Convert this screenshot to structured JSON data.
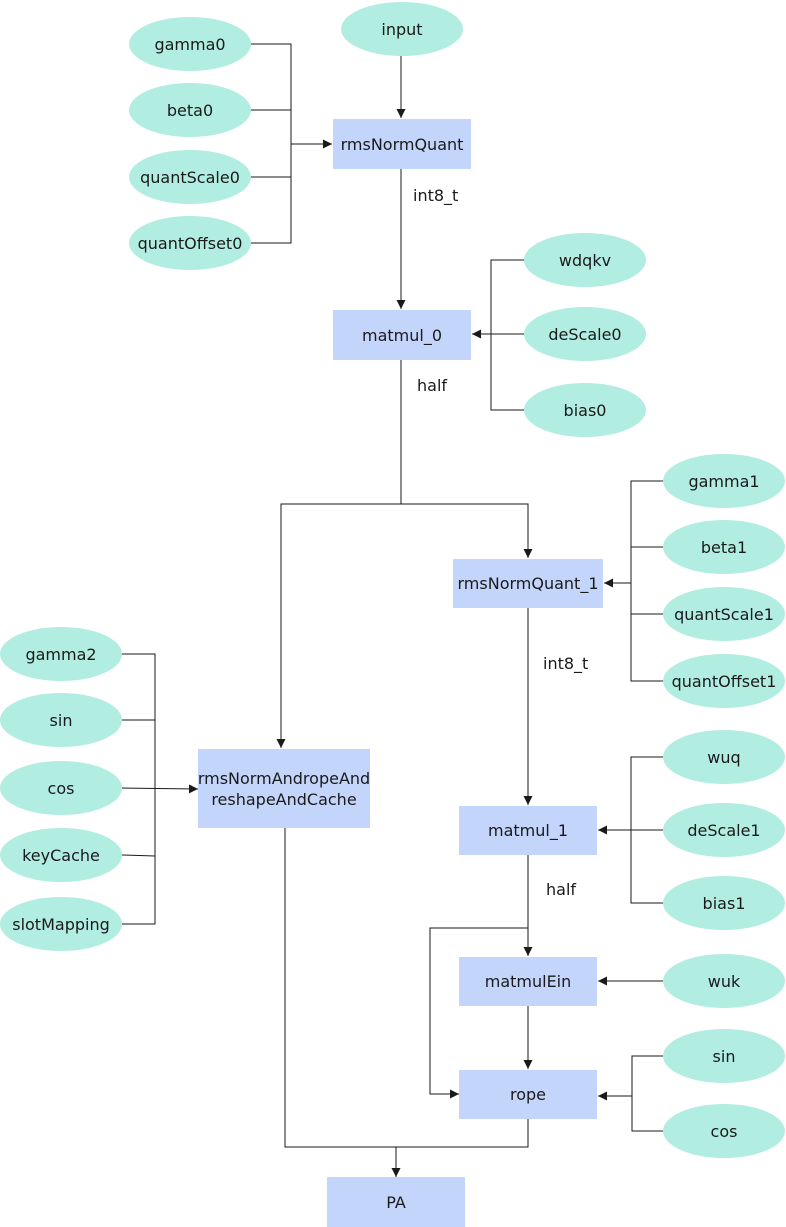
{
  "inputs": {
    "input": "input",
    "gamma0": "gamma0",
    "beta0": "beta0",
    "quantScale0": "quantScale0",
    "quantOffset0": "quantOffset0",
    "wdqkv": "wdqkv",
    "deScale0": "deScale0",
    "bias0": "bias0",
    "gamma1": "gamma1",
    "beta1": "beta1",
    "quantScale1": "quantScale1",
    "quantOffset1": "quantOffset1",
    "gamma2": "gamma2",
    "sin_left": "sin",
    "cos_left": "cos",
    "keyCache": "keyCache",
    "slotMapping": "slotMapping",
    "wuq": "wuq",
    "deScale1": "deScale1",
    "bias1": "bias1",
    "wuk": "wuk",
    "sin_right": "sin",
    "cos_right": "cos"
  },
  "ops": {
    "rmsNormQuant": "rmsNormQuant",
    "matmul_0": "matmul_0",
    "rmsNormQuant_1": "rmsNormQuant_1",
    "rmsNormAndrope_line1": "rmsNormAndropeAnd",
    "rmsNormAndrope_line2": "reshapeAndCache",
    "matmul_1": "matmul_1",
    "matmulEin": "matmulEin",
    "rope": "rope",
    "PA": "PA"
  },
  "edge_labels": {
    "int8_a": "int8_t",
    "half_a": "half",
    "int8_b": "int8_t",
    "half_b": "half"
  }
}
